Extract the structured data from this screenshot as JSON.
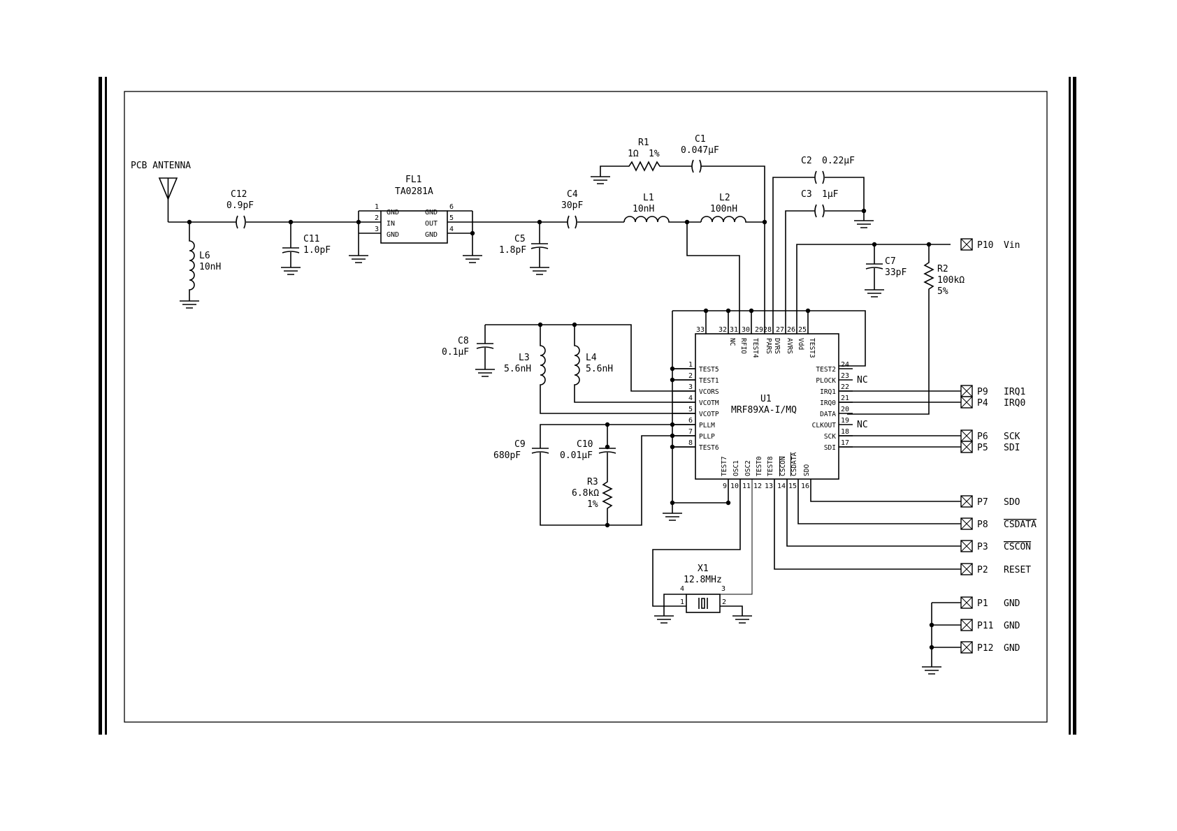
{
  "antenna": {
    "label": "PCB ANTENNA"
  },
  "filter": {
    "ref": "FL1",
    "value": "TA0281A",
    "left_pins": [
      {
        "num": "1",
        "name": "GND"
      },
      {
        "num": "2",
        "name": "IN"
      },
      {
        "num": "3",
        "name": "GND"
      }
    ],
    "right_pins": [
      {
        "num": "6",
        "name": "GND"
      },
      {
        "num": "5",
        "name": "OUT"
      },
      {
        "num": "4",
        "name": "GND"
      }
    ]
  },
  "components": {
    "C12": {
      "ref": "C12",
      "value": "0.9pF"
    },
    "C11": {
      "ref": "C11",
      "value": "1.0pF"
    },
    "L6": {
      "ref": "L6",
      "value": "10nH"
    },
    "C4": {
      "ref": "C4",
      "value": "30pF"
    },
    "C5": {
      "ref": "C5",
      "value": "1.8pF"
    },
    "L1": {
      "ref": "L1",
      "value": "10nH"
    },
    "L2": {
      "ref": "L2",
      "value": "100nH"
    },
    "R1": {
      "ref": "R1",
      "value": "1Ω",
      "tol": "1%"
    },
    "C1": {
      "ref": "C1",
      "value": "0.047μF"
    },
    "C2": {
      "ref": "C2",
      "value": "0.22μF"
    },
    "C3": {
      "ref": "C3",
      "value": "1μF"
    },
    "C7": {
      "ref": "C7",
      "value": "33pF"
    },
    "R2": {
      "ref": "R2",
      "value": "100kΩ",
      "tol": "5%"
    },
    "C8": {
      "ref": "C8",
      "value": "0.1μF"
    },
    "L3": {
      "ref": "L3",
      "value": "5.6nH"
    },
    "L4": {
      "ref": "L4",
      "value": "5.6nH"
    },
    "C9": {
      "ref": "C9",
      "value": "680pF"
    },
    "C10": {
      "ref": "C10",
      "value": "0.01μF"
    },
    "R3": {
      "ref": "R3",
      "value": "6.8kΩ",
      "tol": "1%"
    },
    "X1": {
      "ref": "X1",
      "value": "12.8MHz",
      "pins": [
        "4",
        "3",
        "1",
        "2"
      ]
    }
  },
  "ic": {
    "ref": "U1",
    "part": "MRF89XA-I/MQ",
    "left_pins": [
      {
        "num": "1",
        "name": "TEST5"
      },
      {
        "num": "2",
        "name": "TEST1"
      },
      {
        "num": "3",
        "name": "VCORS"
      },
      {
        "num": "4",
        "name": "VCOTM"
      },
      {
        "num": "5",
        "name": "VCOTP"
      },
      {
        "num": "6",
        "name": "PLLM"
      },
      {
        "num": "7",
        "name": "PLLP"
      },
      {
        "num": "8",
        "name": "TEST6"
      }
    ],
    "right_pins": [
      {
        "num": "24",
        "name": "TEST2"
      },
      {
        "num": "23",
        "name": "PLOCK"
      },
      {
        "num": "22",
        "name": "IRQ1"
      },
      {
        "num": "21",
        "name": "IRQ0"
      },
      {
        "num": "20",
        "name": "DATA"
      },
      {
        "num": "19",
        "name": "CLKOUT"
      },
      {
        "num": "18",
        "name": "SCK"
      },
      {
        "num": "17",
        "name": "SDI"
      }
    ],
    "top_pins": [
      {
        "num": "33",
        "name": ""
      },
      {
        "num": "32",
        "name": "NC"
      },
      {
        "num": "31",
        "name": "RFIO"
      },
      {
        "num": "30",
        "name": "TEST4"
      },
      {
        "num": "29",
        "name": "PARS"
      },
      {
        "num": "28",
        "name": "DVRS"
      },
      {
        "num": "27",
        "name": "AVRS"
      },
      {
        "num": "26",
        "name": "Vdd"
      },
      {
        "num": "25",
        "name": "TEST3"
      }
    ],
    "bottom_pins": [
      {
        "num": "9",
        "name": "TEST7"
      },
      {
        "num": "10",
        "name": "OSC1"
      },
      {
        "num": "11",
        "name": "OSC2"
      },
      {
        "num": "12",
        "name": "TEST0"
      },
      {
        "num": "13",
        "name": "TEST8"
      },
      {
        "num": "14",
        "name": "CSCON"
      },
      {
        "num": "15",
        "name": "CSDATA"
      },
      {
        "num": "16",
        "name": "SDO"
      }
    ],
    "nc_labels": [
      "NC",
      "NC"
    ]
  },
  "ports": [
    {
      "pin": "P10",
      "signal": "Vin"
    },
    {
      "pin": "P9",
      "signal": "IRQ1"
    },
    {
      "pin": "P4",
      "signal": "IRQ0"
    },
    {
      "pin": "P6",
      "signal": "SCK"
    },
    {
      "pin": "P5",
      "signal": "SDI"
    },
    {
      "pin": "P7",
      "signal": "SDO"
    },
    {
      "pin": "P8",
      "signal": "CSDATA"
    },
    {
      "pin": "P3",
      "signal": "CSCON"
    },
    {
      "pin": "P2",
      "signal": "RESET"
    },
    {
      "pin": "P1",
      "signal": "GND"
    },
    {
      "pin": "P11",
      "signal": "GND"
    },
    {
      "pin": "P12",
      "signal": "GND"
    }
  ]
}
